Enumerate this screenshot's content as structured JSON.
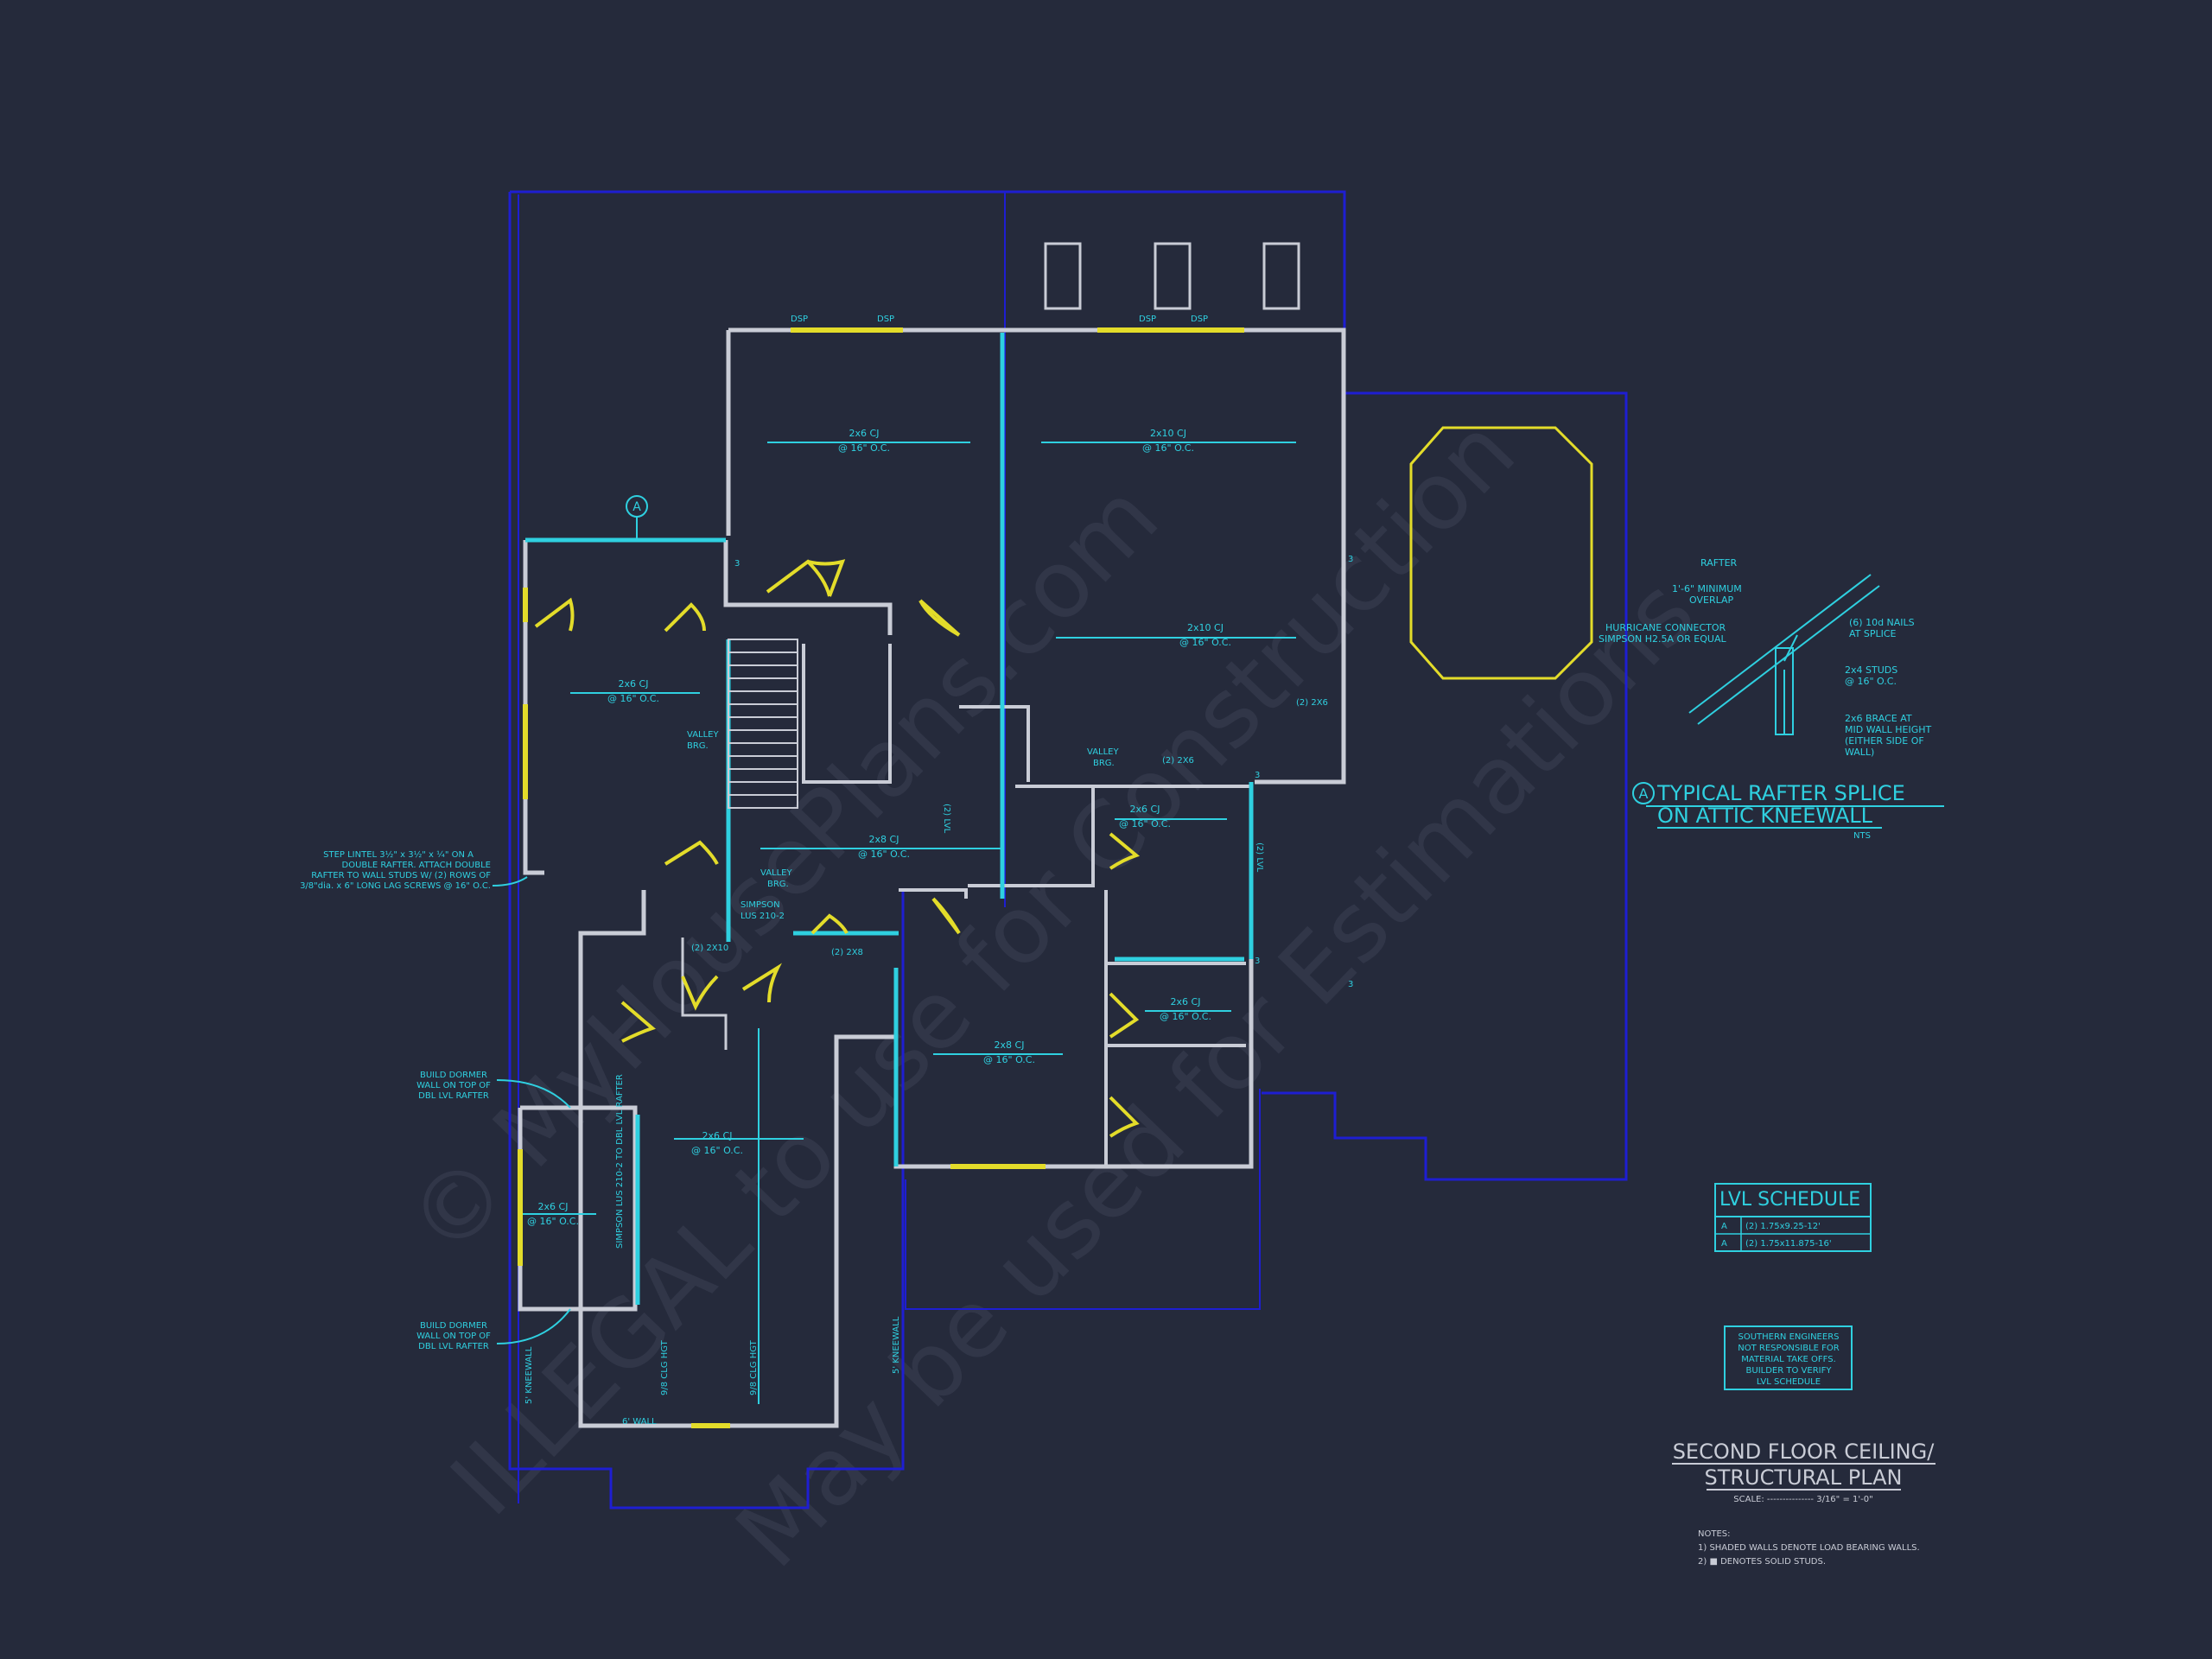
{
  "plan": {
    "room_labels": [
      {
        "l1": "2x6 CJ",
        "l2": "@ 16\" O.C."
      },
      {
        "l1": "2x10 CJ",
        "l2": "@ 16\" O.C."
      },
      {
        "l1": "2x6 CJ",
        "l2": "@ 16\" O.C."
      },
      {
        "l1": "2x10 CJ",
        "l2": "@ 16\" O.C."
      },
      {
        "l1": "2x8 CJ",
        "l2": "@ 16\" O.C."
      },
      {
        "l1": "2x6 CJ",
        "l2": "@ 16\" O.C."
      },
      {
        "l1": "2x6 CJ",
        "l2": "@ 16\" O.C."
      },
      {
        "l1": "2x8 CJ",
        "l2": "@ 16\" O.C."
      },
      {
        "l1": "2x6 CJ",
        "l2": "@ 16\" O.C."
      },
      {
        "l1": "2x6 CJ",
        "l2": "@ 16\" O.C."
      }
    ],
    "dsp": "DSP",
    "valley_brg": {
      "l1": "VALLEY",
      "l2": "BRG."
    },
    "simpson": {
      "l1": "SIMPSON",
      "l2": "LUS 210-2"
    },
    "lvl_tag": "(2) LVL",
    "header_2x10": "(2) 2X10",
    "header_2x8": "(2) 2X8",
    "header_2x6": "(2) 2X6",
    "stud_mark": "3",
    "section_marker": "A",
    "kneewall": "5' KNEEWALL",
    "wall_6": "6' WALL",
    "clg_hgt": "9/8 CLG HGT",
    "dormer_beam": "SIMPSON LUS 210-2 TO DBL LVL RAFTER",
    "callouts": {
      "step_lintel": [
        "STEP LINTEL 3½\" x 3½\" x ¼\" ON A",
        "DOUBLE RAFTER. ATTACH DOUBLE",
        "RAFTER TO WALL STUDS W/ (2) ROWS OF",
        "3/8\"dia. x 6\" LONG LAG SCREWS @ 16\" O.C."
      ],
      "dormer": [
        "BUILD DORMER",
        "WALL ON TOP OF",
        "DBL LVL RAFTER"
      ]
    }
  },
  "detail": {
    "title_l1": "TYPICAL RAFTER SPLICE",
    "title_l2": "ON ATTIC KNEEWALL",
    "marker": "A",
    "scale": "NTS",
    "labels": {
      "rafter": "RAFTER",
      "overlap": [
        "1'-6\" MINIMUM",
        "OVERLAP"
      ],
      "hurricane": [
        "HURRICANE CONNECTOR",
        "SIMPSON H2.5A OR EQUAL"
      ],
      "nails": [
        "(6) 10d NAILS",
        "AT SPLICE"
      ],
      "studs": [
        "2x4 STUDS",
        "@ 16\" O.C."
      ],
      "brace": [
        "2x6 BRACE AT",
        "MID WALL HEIGHT",
        "(EITHER SIDE OF",
        "WALL)"
      ]
    }
  },
  "lvl_schedule": {
    "title": "LVL SCHEDULE",
    "rows": [
      {
        "tag": "A",
        "text": "(2) 1.75x9.25-12'"
      },
      {
        "tag": "A",
        "text": "(2) 1.75x11.875-16'"
      }
    ]
  },
  "disclaimer": [
    "SOUTHERN ENGINEERS",
    "NOT RESPONSIBLE FOR",
    "MATERIAL TAKE OFFS.",
    "BUILDER TO VERIFY",
    "LVL SCHEDULE"
  ],
  "title_block": {
    "line1": "SECOND FLOOR CEILING/",
    "line2": "STRUCTURAL PLAN",
    "scale": "SCALE: --------------- 3/16\" = 1'-0\""
  },
  "notes": {
    "heading": "NOTES:",
    "items": [
      "1) SHADED WALLS DENOTE LOAD BEARING WALLS.",
      "2) ■ DENOTES SOLID STUDS."
    ]
  },
  "watermark": {
    "w1": "© MyHousePlans.com",
    "w2": "ILLEGAL to use for Construction",
    "w3": "May be used for Estimations"
  },
  "colors": {
    "background": "#252a3b",
    "wall": "#c9ccd6",
    "cyan": "#2fd0e0",
    "yellow": "#e3dc2a",
    "blue": "#1e1ed2"
  }
}
